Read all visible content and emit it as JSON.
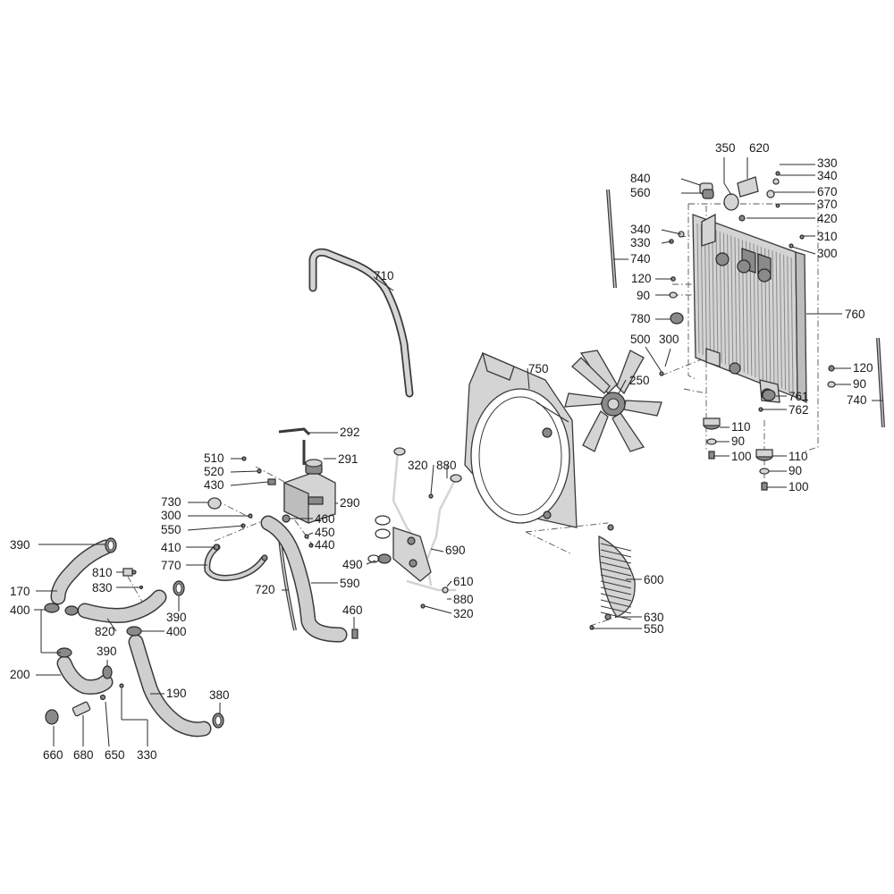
{
  "colors": {
    "background": "#ffffff",
    "line": "#3a3a3a",
    "part_fill": "#d4d4d4",
    "part_dark": "#8a8a8a",
    "text": "#1a1a1a"
  },
  "callouts": {
    "c350": "350",
    "c620": "620",
    "c330a": "330",
    "c340a": "340",
    "c840": "840",
    "c560": "560",
    "c670": "670",
    "c370": "370",
    "c420": "420",
    "c340b": "340",
    "c330b": "330",
    "c310": "310",
    "c300a": "300",
    "c740a": "740",
    "c120a": "120",
    "c90a": "90",
    "c760": "760",
    "c780": "780",
    "c500": "500",
    "c300b": "300",
    "c120b": "120",
    "c90b": "90",
    "c740b": "740",
    "c710": "710",
    "c750": "750",
    "c250": "250",
    "c761": "761",
    "c762": "762",
    "c110a": "110",
    "c90c": "90",
    "c100a": "100",
    "c110b": "110",
    "c90d": "90",
    "c100b": "100",
    "c292": "292",
    "c510": "510",
    "c291": "291",
    "c520": "520",
    "c430": "430",
    "c320a": "320",
    "c880a": "880",
    "c290": "290",
    "c730": "730",
    "c300c": "300",
    "c460a": "460",
    "c550a": "550",
    "c450": "450",
    "c440": "440",
    "c390a": "390",
    "c410": "410",
    "c690": "690",
    "c770": "770",
    "c490": "490",
    "c600": "600",
    "c810": "810",
    "c170": "170",
    "c830": "830",
    "c610": "610",
    "c720": "720",
    "c590": "590",
    "c880b": "880",
    "c400a": "400",
    "c390b": "390",
    "c320b": "320",
    "c460b": "460",
    "c630": "630",
    "c820": "820",
    "c400b": "400",
    "c550b": "550",
    "c390c": "390",
    "c200": "200",
    "c190": "190",
    "c380": "380",
    "c660": "660",
    "c680": "680",
    "c650": "650",
    "c330c": "330"
  }
}
